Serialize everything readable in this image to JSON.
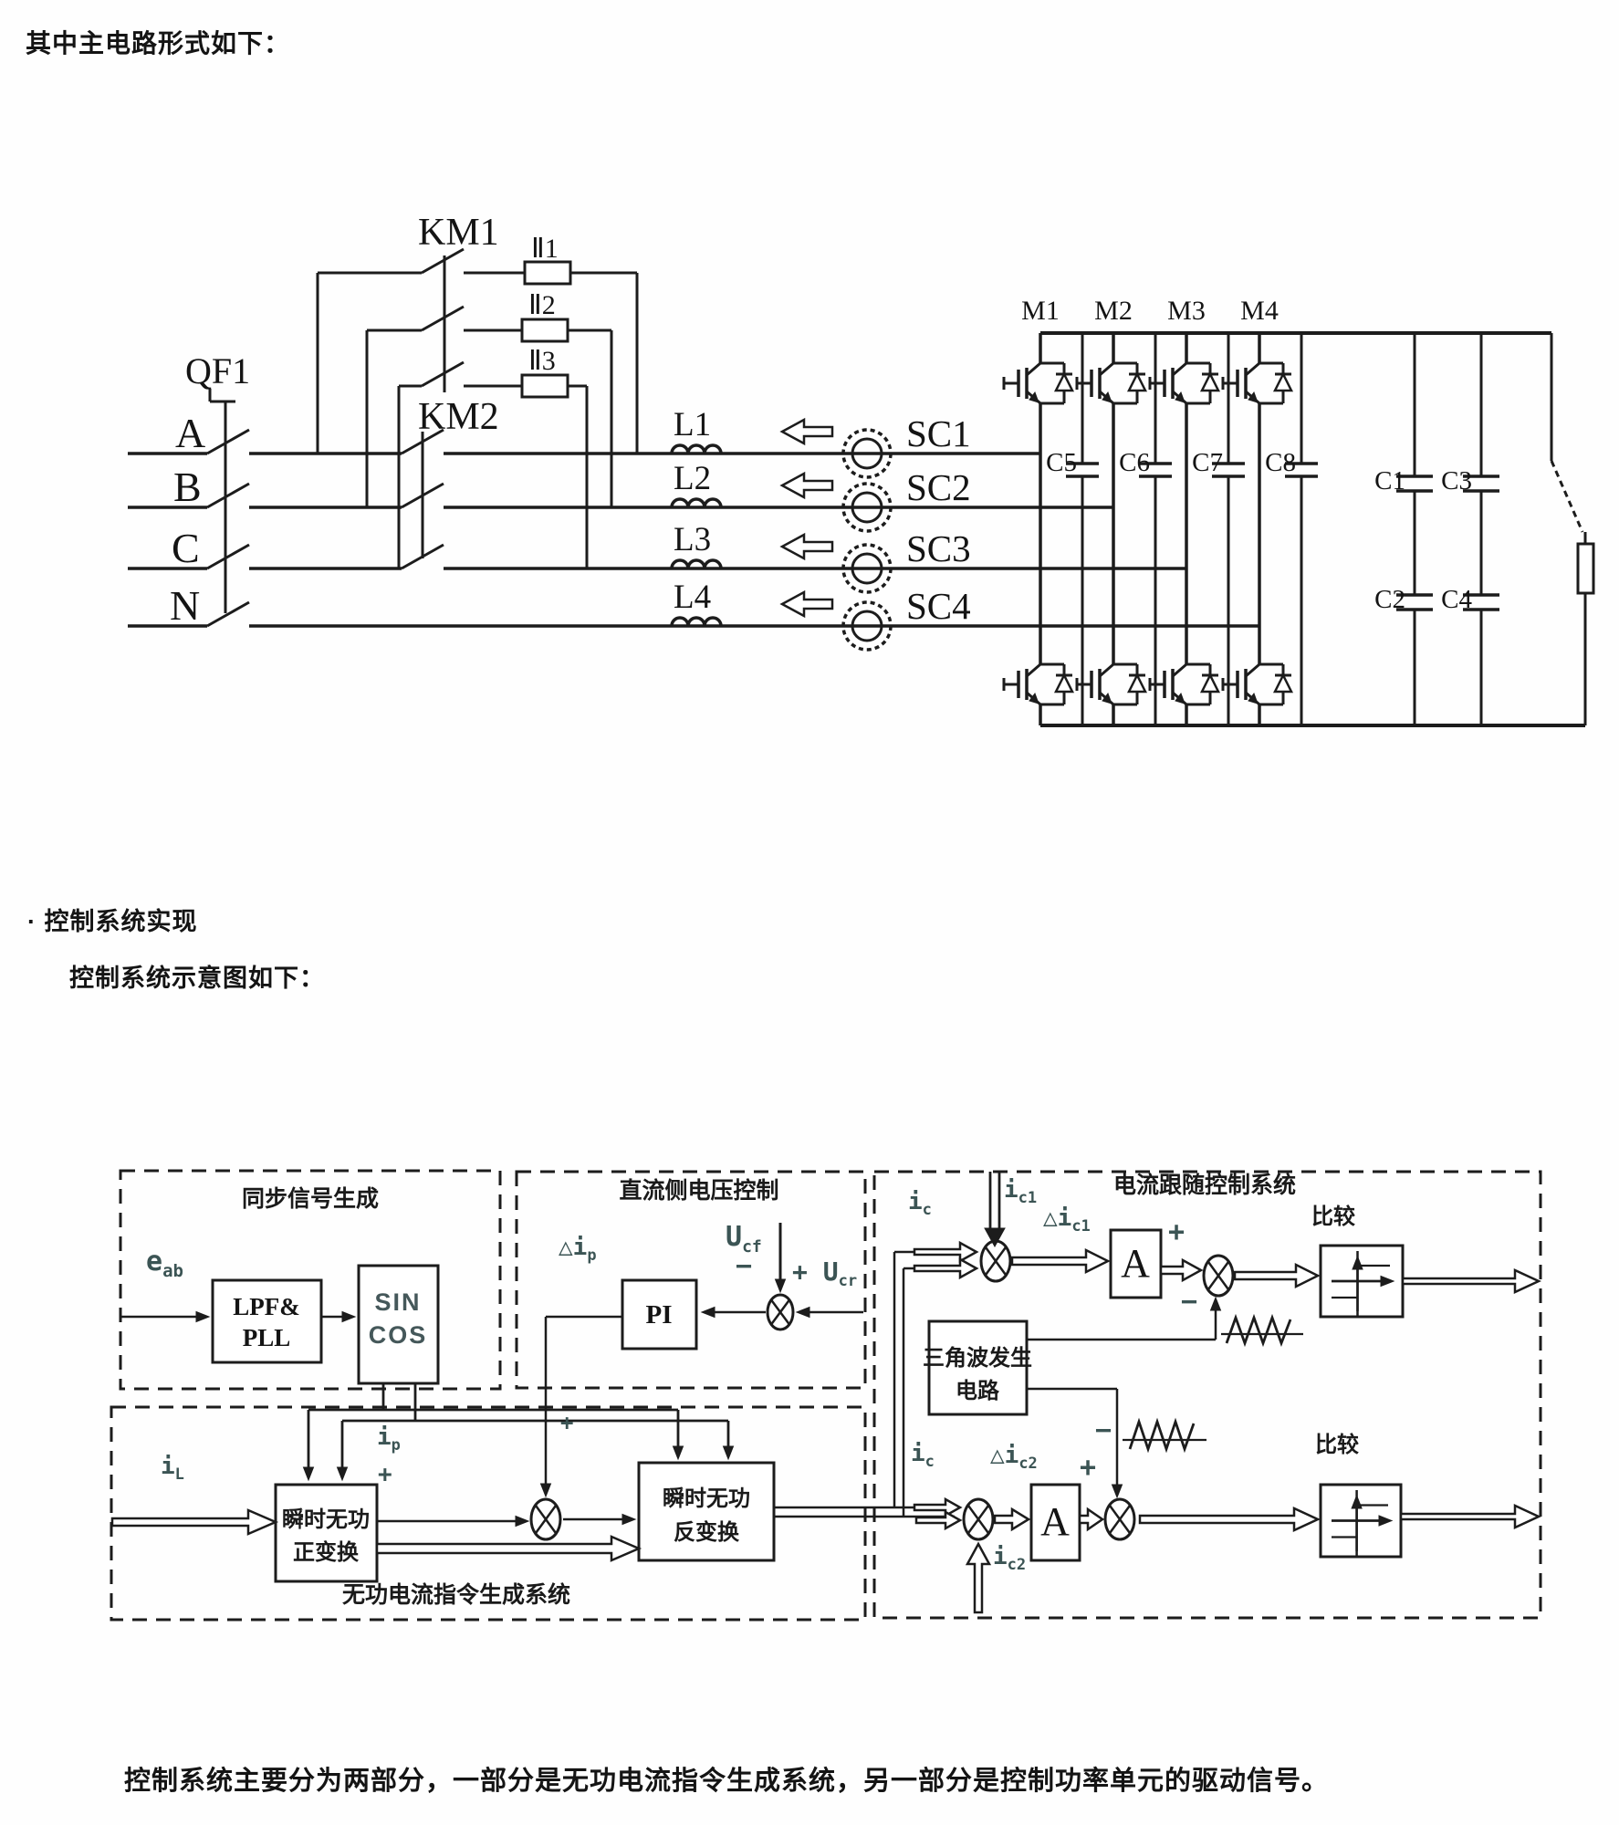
{
  "page": {
    "heading": "其中主电路形式如下：",
    "bullet_heading": "· 控制系统实现",
    "sub_heading": "控制系统示意图如下：",
    "footer": "控制系统主要分为两部分，一部分是无功电流指令生成系统，另一部分是控制功率单元的驱动信号。"
  },
  "main_circuit": {
    "breaker": "QF1",
    "contactor1": "KM1",
    "contactor2": "KM2",
    "phases": [
      "A",
      "B",
      "C",
      "N"
    ],
    "soft_start_resistors": [
      "Ⅱ1",
      "Ⅱ2",
      "Ⅱ3"
    ],
    "inductors": [
      "L1",
      "L2",
      "L3",
      "L4"
    ],
    "sensors": [
      "SC1",
      "SC2",
      "SC3",
      "SC4"
    ],
    "modules": [
      "M1",
      "M2",
      "M3",
      "M4"
    ],
    "snubber_caps": [
      "C5",
      "C6",
      "C7",
      "C8"
    ],
    "dc_caps_top": [
      "C1",
      "C3"
    ],
    "dc_caps_bottom": [
      "C2",
      "C4"
    ]
  },
  "control": {
    "sync_box_title": "同步信号生成",
    "dc_box_title": "直流侧电压控制",
    "follow_box_title": "电流跟随控制系统",
    "reactive_box_label": "无功电流指令生成系统",
    "compare1": "比较",
    "compare2": "比较",
    "lpf_line1": "LPF&",
    "lpf_line2": "PLL",
    "sin": "SIN",
    "cos": "COS",
    "pi": "PI",
    "amp1": "A",
    "amp2": "A",
    "tri_line1": "三角波发生",
    "tri_line2": "电路",
    "fwd_line1": "瞬时无功",
    "fwd_line2": "正变换",
    "inv_line1": "瞬时无功",
    "inv_line2": "反变换",
    "labels": {
      "eab": {
        "b": "e",
        "s": "ab"
      },
      "dip": {
        "p": "△",
        "b": "i",
        "s": "p"
      },
      "ucf": {
        "b": "U",
        "s": "cf"
      },
      "ucr": {
        "p": "+ ",
        "b": "U",
        "s": "cr"
      },
      "ic_top": {
        "b": "i",
        "s": "c"
      },
      "ic1": {
        "b": "i",
        "s": "c1"
      },
      "dic1": {
        "p": "△",
        "b": "i",
        "s": "c1"
      },
      "ic_bot": {
        "b": "i",
        "s": "c"
      },
      "dic2": {
        "p": "△",
        "b": "i",
        "s": "c2"
      },
      "ic2": {
        "b": "i",
        "s": "c2"
      },
      "ip": {
        "b": "i",
        "s": "p"
      },
      "il": {
        "b": "i",
        "s": "L"
      }
    },
    "signs": {
      "plus": "+",
      "minus": "−"
    }
  }
}
